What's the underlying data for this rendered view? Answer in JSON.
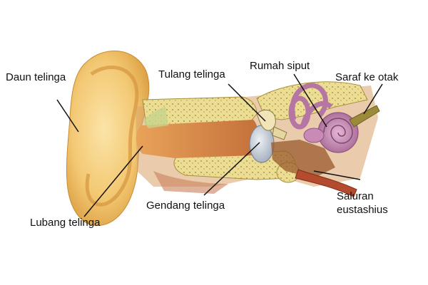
{
  "labels": {
    "daun_telinga": "Daun telinga",
    "tulang_telinga": "Tulang telinga",
    "rumah_siput": "Rumah siput",
    "saraf_ke_otak": "Saraf ke otak",
    "lubang_telinga": "Lubang telinga",
    "gendang_telinga": "Gendang telinga",
    "saluran_line1": "Saluran",
    "saluran_line2": "eustashius"
  },
  "colors": {
    "outer_ear": "#f3c873",
    "outer_ear_shadow": "#d99a3c",
    "canal": "#d98a4a",
    "bone": "#e8d98a",
    "bone_spots": "#b8a048",
    "eardrum": "#cfd6e0",
    "cochlea": "#c88ab6",
    "tissue": "#c97e5a",
    "nerve": "#9a8a3a",
    "leader_line": "#111111"
  }
}
